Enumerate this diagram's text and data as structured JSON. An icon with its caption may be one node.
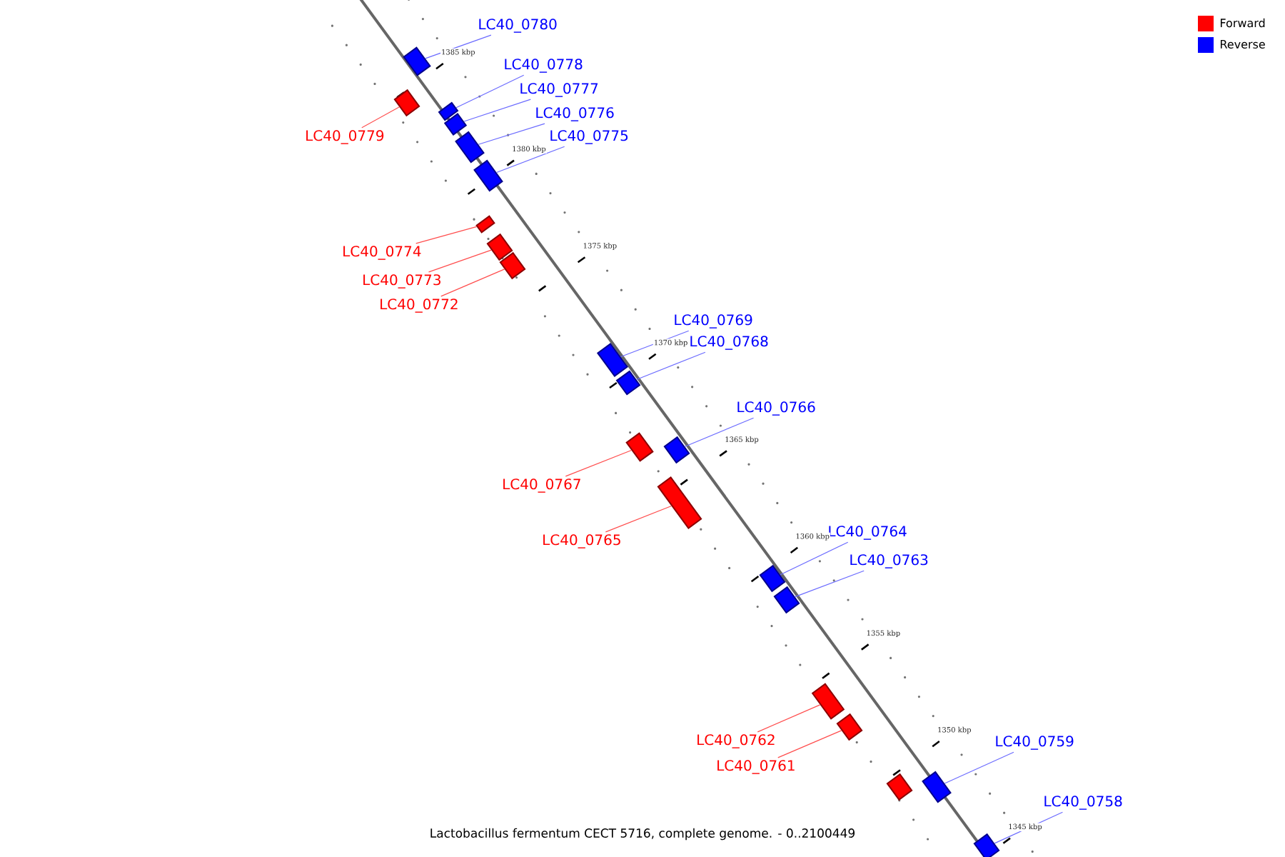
{
  "diagram": {
    "caption": "Lactobacillus fermentum CECT 5716, complete genome. - 0..2100449",
    "nodes": [
      {
        "text": [
          "LC40_0780"
        ]
      },
      {
        "text": [],
        "shape": "bar"
      },
      {
        "text": [
          "LC40_0779"
        ]
      },
      {
        "text": [],
        "shape": "bar"
      },
      {
        "text": [
          "LC40_0778"
        ]
      },
      {
        "text": [],
        "shape": "bar"
      },
      {
        "text": [
          "LC40_0777"
        ]
      },
      {
        "text": [],
        "shape": "bar"
      },
      {
        "text": [
          "LC40_0776"
        ]
      },
      {
        "text": [],
        "shape": "bar"
      },
      {
        "text": [
          "LC40_0775"
        ]
      },
      {
        "text": [],
        "shape": "bar"
      },
      {
        "text": [
          "LC40_0774"
        ]
      },
      {
        "text": [],
        "shape": "bar"
      },
      {
        "text": [
          "LC40_0773"
        ]
      },
      {
        "text": [],
        "shape": "bar"
      },
      {
        "text": [
          "LC40_0772"
        ]
      },
      {
        "text": [],
        "shape": "bar"
      },
      {
        "text": [
          "LC40_0769"
        ]
      },
      {
        "text": [],
        "shape": "bar"
      },
      {
        "text": [
          "LC40_0768"
        ]
      },
      {
        "text": [],
        "shape": "bar"
      },
      {
        "text": [
          "LC40_0767"
        ]
      },
      {
        "text": [],
        "shape": "bar"
      },
      {
        "text": [
          "LC40_0766"
        ]
      },
      {
        "text": [],
        "shape": "bar"
      },
      {
        "text": [
          "LC40_0765"
        ]
      },
      {
        "text": [],
        "shape": "bar"
      },
      {
        "text": [
          "LC40_0764"
        ]
      },
      {
        "text": [],
        "shape": "bar"
      },
      {
        "text": [
          "LC40_0763"
        ]
      },
      {
        "text": [],
        "shape": "bar"
      },
      {
        "text": [
          "LC40_0762"
        ]
      },
      {
        "text": [],
        "shape": "bar"
      },
      {
        "text": [
          "LC40_0761"
        ]
      },
      {
        "text": [],
        "shape": "bar"
      },
      {
        "text": [],
        "shape": "bar"
      },
      {
        "text": [
          "LC40_0759"
        ]
      },
      {
        "text": [],
        "shape": "bar"
      },
      {
        "text": [
          "LC40_0758"
        ]
      },
      {
        "text": [],
        "shape": "bar"
      }
    ],
    "edges": [
      {
        "from": 0,
        "to": 1,
        "arrow": "none"
      },
      {
        "from": 2,
        "to": 3,
        "arrow": "none",
        "color": "#ff4d4d"
      },
      {
        "from": 4,
        "to": 5,
        "arrow": "none"
      },
      {
        "from": 6,
        "to": 7,
        "arrow": "none"
      },
      {
        "from": 8,
        "to": 9,
        "arrow": "none"
      },
      {
        "from": 10,
        "to": 11,
        "arrow": "none"
      },
      {
        "from": 12,
        "to": 13,
        "arrow": "none",
        "color": "#ff4d4d"
      },
      {
        "from": 14,
        "to": 15,
        "arrow": "none",
        "color": "#ff4d4d"
      },
      {
        "from": 16,
        "to": 17,
        "arrow": "none",
        "color": "#ff4d4d"
      },
      {
        "from": 18,
        "to": 19,
        "arrow": "none"
      },
      {
        "from": 20,
        "to": 21,
        "arrow": "none"
      },
      {
        "from": 22,
        "to": 23,
        "arrow": "none",
        "color": "#ff4d4d"
      },
      {
        "from": 24,
        "to": 25,
        "arrow": "none"
      },
      {
        "from": 26,
        "to": 27,
        "arrow": "none",
        "color": "#ff4d4d"
      },
      {
        "from": 28,
        "to": 29,
        "arrow": "none"
      },
      {
        "from": 30,
        "to": 31,
        "arrow": "none"
      },
      {
        "from": 32,
        "to": 33,
        "arrow": "none",
        "color": "#ff4d4d"
      },
      {
        "from": 34,
        "to": 35,
        "arrow": "none",
        "color": "#ff4d4d"
      },
      {
        "from": 37,
        "to": 38,
        "arrow": "none"
      },
      {
        "from": 39,
        "to": 40,
        "arrow": "none"
      }
    ],
    "labels": [
      "1385 kbp",
      "1380 kbp",
      "1375 kbp",
      "1370 kbp",
      "1365 kbp",
      "1360 kbp",
      "1355 kbp",
      "1350 kbp",
      "1345 kbp"
    ],
    "legend": [
      {
        "text": "Forward",
        "color": "#ff0000"
      },
      {
        "text": "Reverse",
        "color": "#0000ff"
      }
    ]
  }
}
